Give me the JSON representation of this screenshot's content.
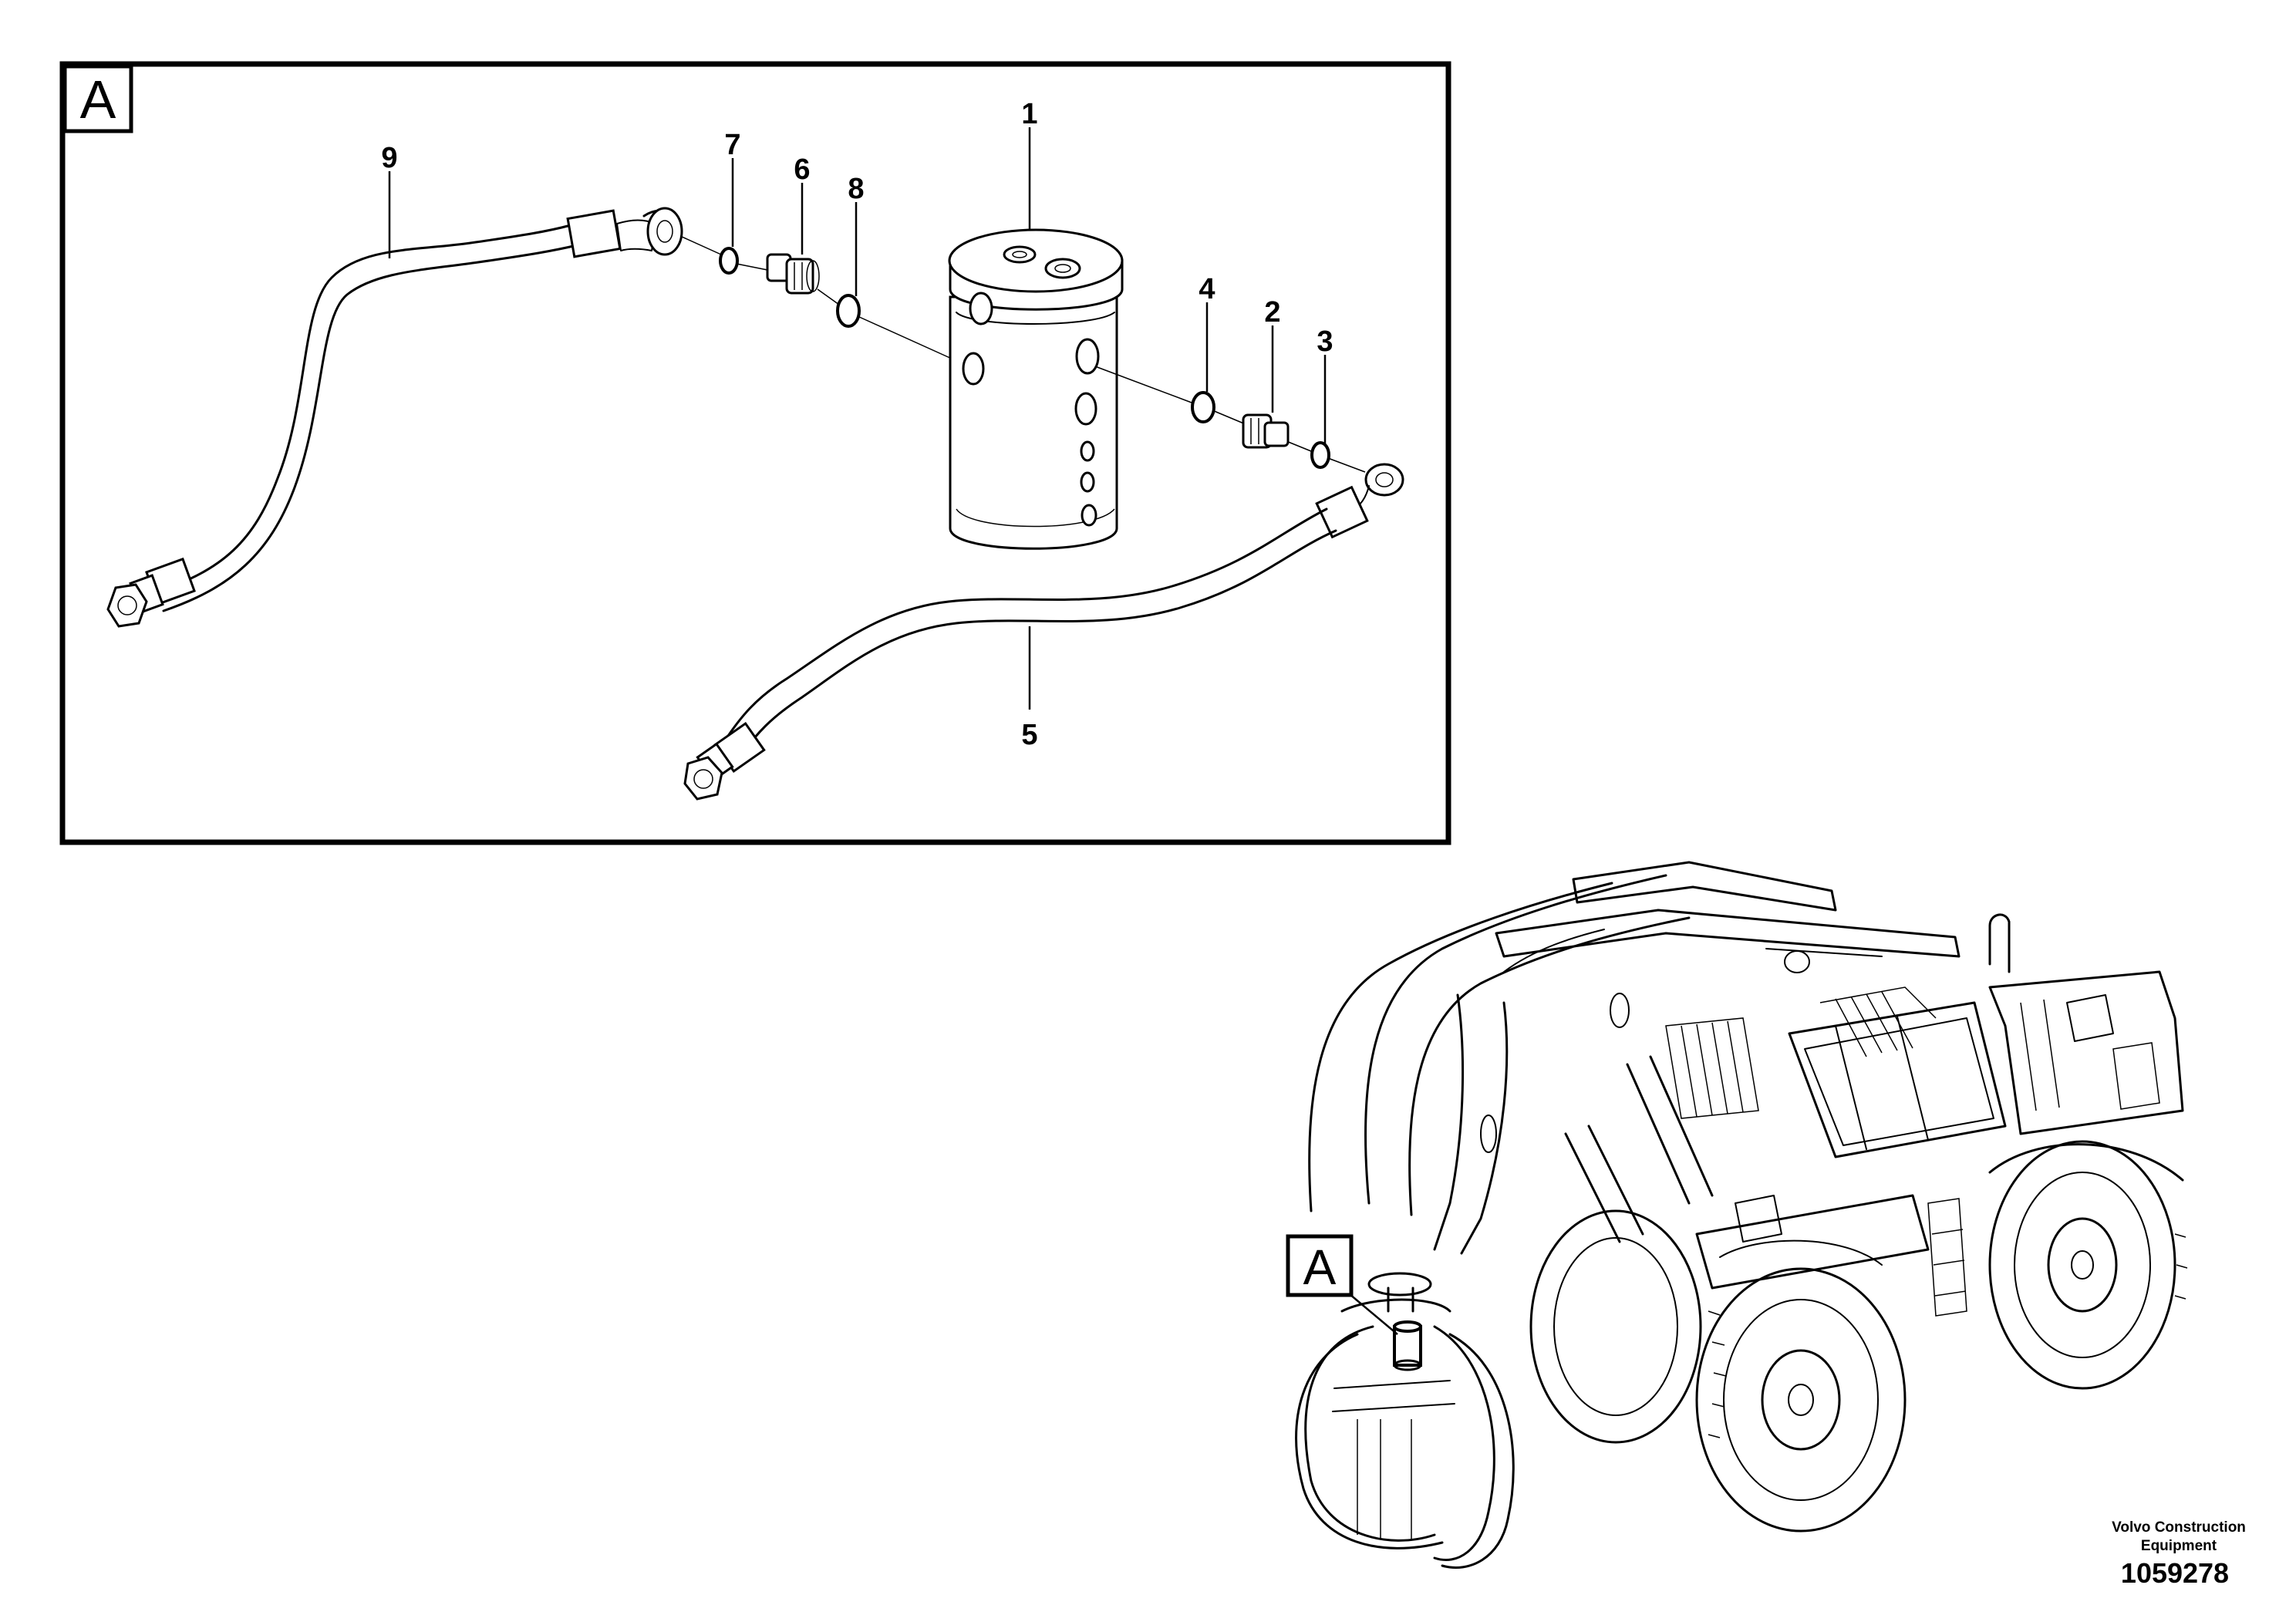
{
  "detail_view": {
    "label": "A"
  },
  "overview": {
    "view_label": "A"
  },
  "callouts": [
    {
      "id": "1",
      "text": "1"
    },
    {
      "id": "2",
      "text": "2"
    },
    {
      "id": "3",
      "text": "3"
    },
    {
      "id": "4",
      "text": "4"
    },
    {
      "id": "5",
      "text": "5"
    },
    {
      "id": "6",
      "text": "6"
    },
    {
      "id": "7",
      "text": "7"
    },
    {
      "id": "8",
      "text": "8"
    },
    {
      "id": "9",
      "text": "9"
    }
  ],
  "footer": {
    "credit_line1": "Volvo Construction",
    "credit_line2": "Equipment",
    "drawing_number": "1059278"
  }
}
